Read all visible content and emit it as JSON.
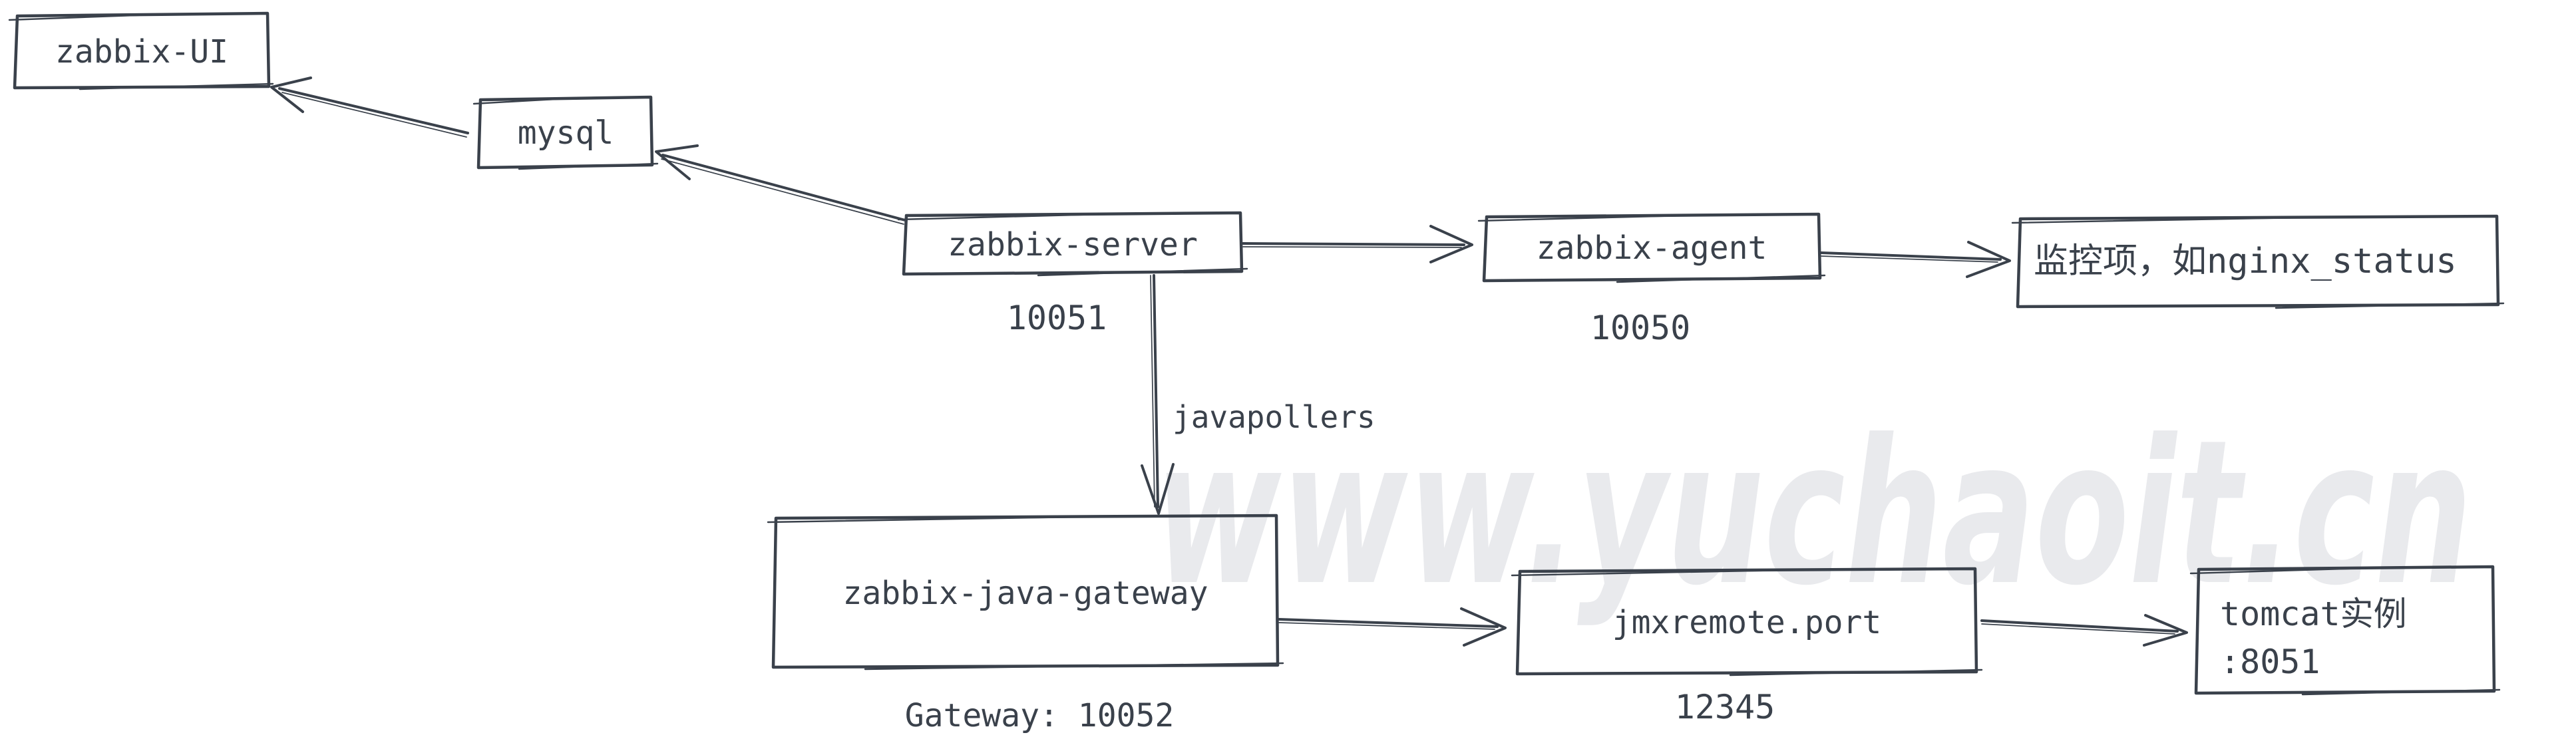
{
  "diagram": {
    "nodes": [
      {
        "id": "zabbix-ui",
        "label": "zabbix-UI"
      },
      {
        "id": "mysql",
        "label": "mysql"
      },
      {
        "id": "zabbix-server",
        "label": "zabbix-server",
        "port": "10051"
      },
      {
        "id": "zabbix-agent",
        "label": "zabbix-agent",
        "port": "10050"
      },
      {
        "id": "monitor-item",
        "label": "监控项，如nginx_status"
      },
      {
        "id": "zabbix-java-gateway",
        "label": "zabbix-java-gateway",
        "port": "Gateway: 10052"
      },
      {
        "id": "jmxremote-port",
        "label": "jmxremote.port",
        "port": "12345"
      },
      {
        "id": "tomcat-instance",
        "label": "tomcat实例",
        "label_line2": ":8051"
      }
    ],
    "edges": [
      {
        "from": "mysql",
        "to": "zabbix-ui"
      },
      {
        "from": "zabbix-server",
        "to": "mysql"
      },
      {
        "from": "zabbix-server",
        "to": "zabbix-agent"
      },
      {
        "from": "zabbix-agent",
        "to": "monitor-item"
      },
      {
        "from": "zabbix-server",
        "to": "zabbix-java-gateway",
        "label": "javapollers"
      },
      {
        "from": "zabbix-java-gateway",
        "to": "jmxremote-port"
      },
      {
        "from": "jmxremote-port",
        "to": "tomcat-instance"
      }
    ],
    "watermark": "www.yuchaoit.cn",
    "colors": {
      "ink": "#3a414b",
      "watermark": "#e9eaed",
      "background": "#ffffff"
    }
  }
}
